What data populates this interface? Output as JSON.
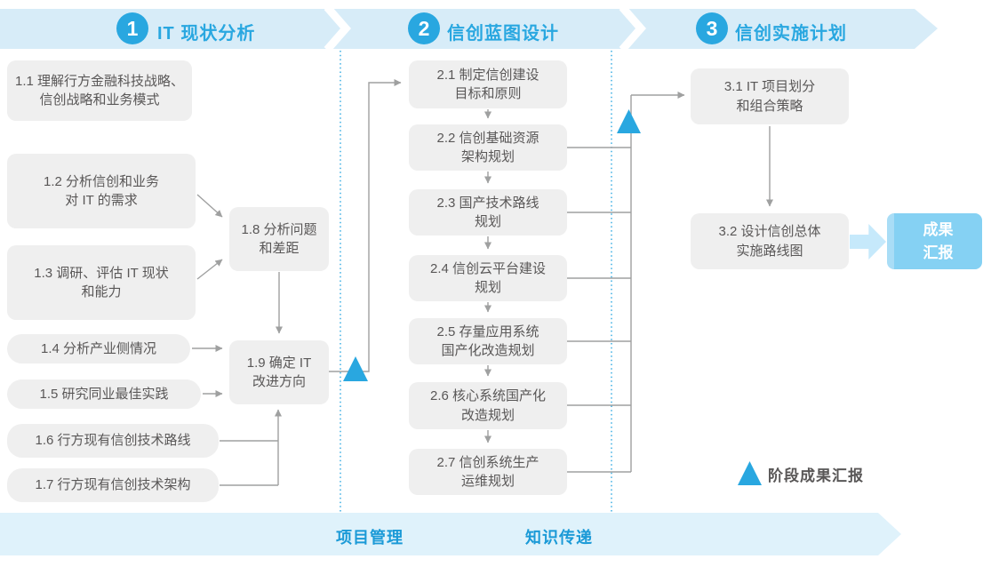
{
  "phases": [
    {
      "number": "1",
      "title": "IT 现状分析"
    },
    {
      "number": "2",
      "title": "信创蓝图设计"
    },
    {
      "number": "3",
      "title": "信创实施计划"
    }
  ],
  "phase1": {
    "b11": "1.1 理解行方金融科技战略、\n信创战略和业务模式",
    "b12": "1.2 分析信创和业务\n对 IT 的需求",
    "b13": "1.3 调研、评估 IT 现状\n和能力",
    "b14": "1.4 分析产业侧情况",
    "b15": "1.5 研究同业最佳实践",
    "b16": "1.6 行方现有信创技术路线",
    "b17": "1.7 行方现有信创技术架构",
    "b18": "1.8 分析问题\n和差距",
    "b19": "1.9 确定 IT\n改进方向"
  },
  "phase2": {
    "b21": "2.1 制定信创建设\n目标和原则",
    "b22": "2.2 信创基础资源\n架构规划",
    "b23": "2.3 国产技术路线\n规划",
    "b24": "2.4 信创云平台建设\n规划",
    "b25": "2.5 存量应用系统\n国产化改造规划",
    "b26": "2.6 核心系统国产化\n改造规划",
    "b27": "2.7 信创系统生产\n运维规划"
  },
  "phase3": {
    "b31": "3.1 IT 项目划分\n和组合策略",
    "b32": "3.2 设计信创总体\n实施路线图",
    "result": "成果\n汇报"
  },
  "legend": {
    "label": "阶段成果汇报"
  },
  "bottom_bar": {
    "left_label": "项目管理",
    "right_label": "知识传递"
  },
  "colors": {
    "accent_blue": "#29a7e0",
    "band_blue": "#d7ecf8",
    "bottom_band_blue": "#dff2fb",
    "box_gray": "#efefef",
    "text_gray": "#595757",
    "line_gray": "#9fa0a0",
    "result_blue": "#85d1f3",
    "fat_arrow_blue": "#c6e9fb"
  }
}
